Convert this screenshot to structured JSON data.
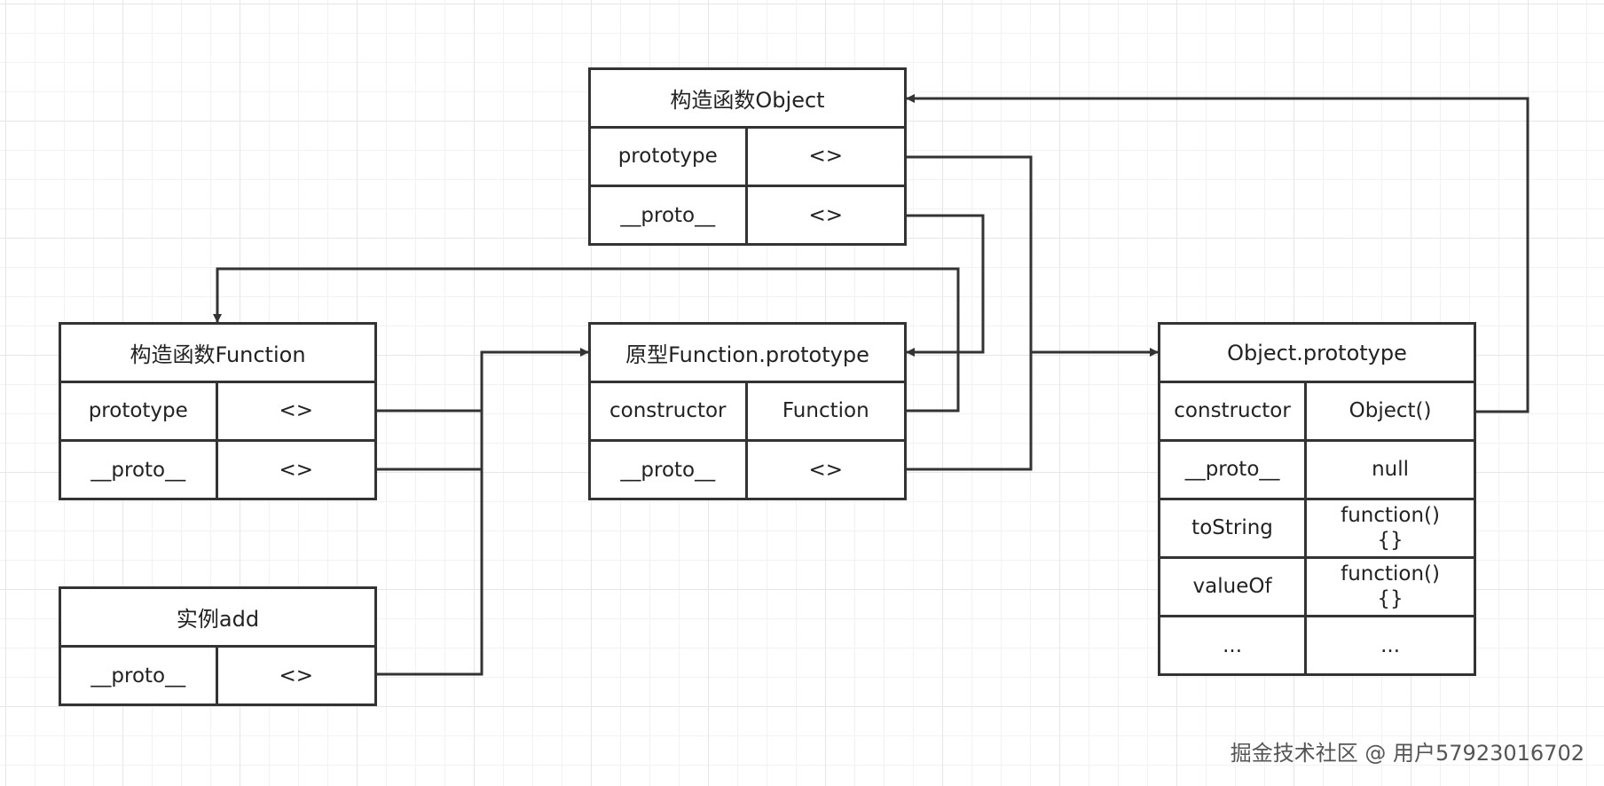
{
  "boxes": {
    "object_ctor": {
      "title": "构造函数Object",
      "rows": [
        {
          "key": "prototype",
          "value": "<>"
        },
        {
          "key": "__proto__",
          "value": "<>"
        }
      ]
    },
    "function_ctor": {
      "title": "构造函数Function",
      "rows": [
        {
          "key": "prototype",
          "value": "<>"
        },
        {
          "key": "__proto__",
          "value": "<>"
        }
      ]
    },
    "function_proto": {
      "title": "原型Function.prototype",
      "rows": [
        {
          "key": "constructor",
          "value": "Function"
        },
        {
          "key": "__proto__",
          "value": "<>"
        }
      ]
    },
    "object_proto": {
      "title": "Object.prototype",
      "rows": [
        {
          "key": "constructor",
          "value": "Object()"
        },
        {
          "key": "__proto__",
          "value": "null"
        },
        {
          "key": "toString",
          "value": "function(){}"
        },
        {
          "key": "valueOf",
          "value": "function(){}"
        },
        {
          "key": "...",
          "value": "..."
        }
      ]
    },
    "instance_add": {
      "title": "实例add",
      "rows": [
        {
          "key": "__proto__",
          "value": "<>"
        }
      ]
    }
  },
  "watermark": "掘金技术社区 @ 用户57923016702",
  "colors": {
    "line": "#333333",
    "grid": "#e6e6e6"
  }
}
